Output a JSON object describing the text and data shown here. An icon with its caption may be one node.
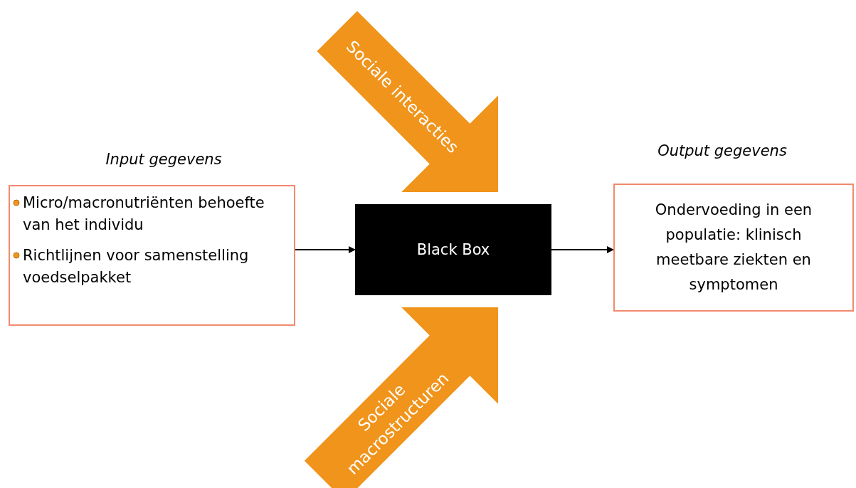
{
  "diagram": {
    "nodes": [
      {
        "text": [
          "Input gegevens",
          "Micro/macronutriënten behoefte van het individu",
          "Richtlijnen voor samenstelling voedselpakket"
        ]
      },
      {
        "text": [
          "Black Box"
        ]
      },
      {
        "text": [
          "Output gegevens",
          "Ondervoeding in een populatie: klinisch meetbare ziekten en symptomen"
        ]
      }
    ],
    "edges": [
      {
        "from": 0,
        "to": 1,
        "arrow": "to"
      },
      {
        "from": 1,
        "to": 2,
        "arrow": "to"
      },
      {
        "from": null,
        "to": 1,
        "arrow": "to",
        "label": "Sociale interacties",
        "style": "thick",
        "color": "#f0941b"
      },
      {
        "from": null,
        "to": 1,
        "arrow": "to",
        "label": "Sociale macrostructuren",
        "style": "thick",
        "color": "#f0941b"
      }
    ]
  }
}
